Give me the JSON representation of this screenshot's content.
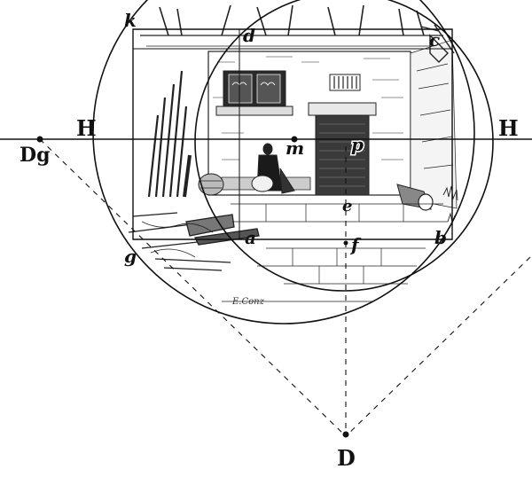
{
  "labels": {
    "horizon_left": "H",
    "horizon_right": "H",
    "distance_left": "Dg",
    "distance_bottom": "D",
    "corner_k": "k",
    "corner_d": "d",
    "corner_c": "c",
    "corner_g": "g",
    "corner_a": "a",
    "corner_b": "b",
    "point_m": "m",
    "point_p": "p",
    "point_e": "e",
    "point_f": "f",
    "signature": "E.Conz"
  },
  "colors": {
    "ink": "#111111",
    "paper": "#ffffff",
    "door": "#3a3a3a"
  }
}
